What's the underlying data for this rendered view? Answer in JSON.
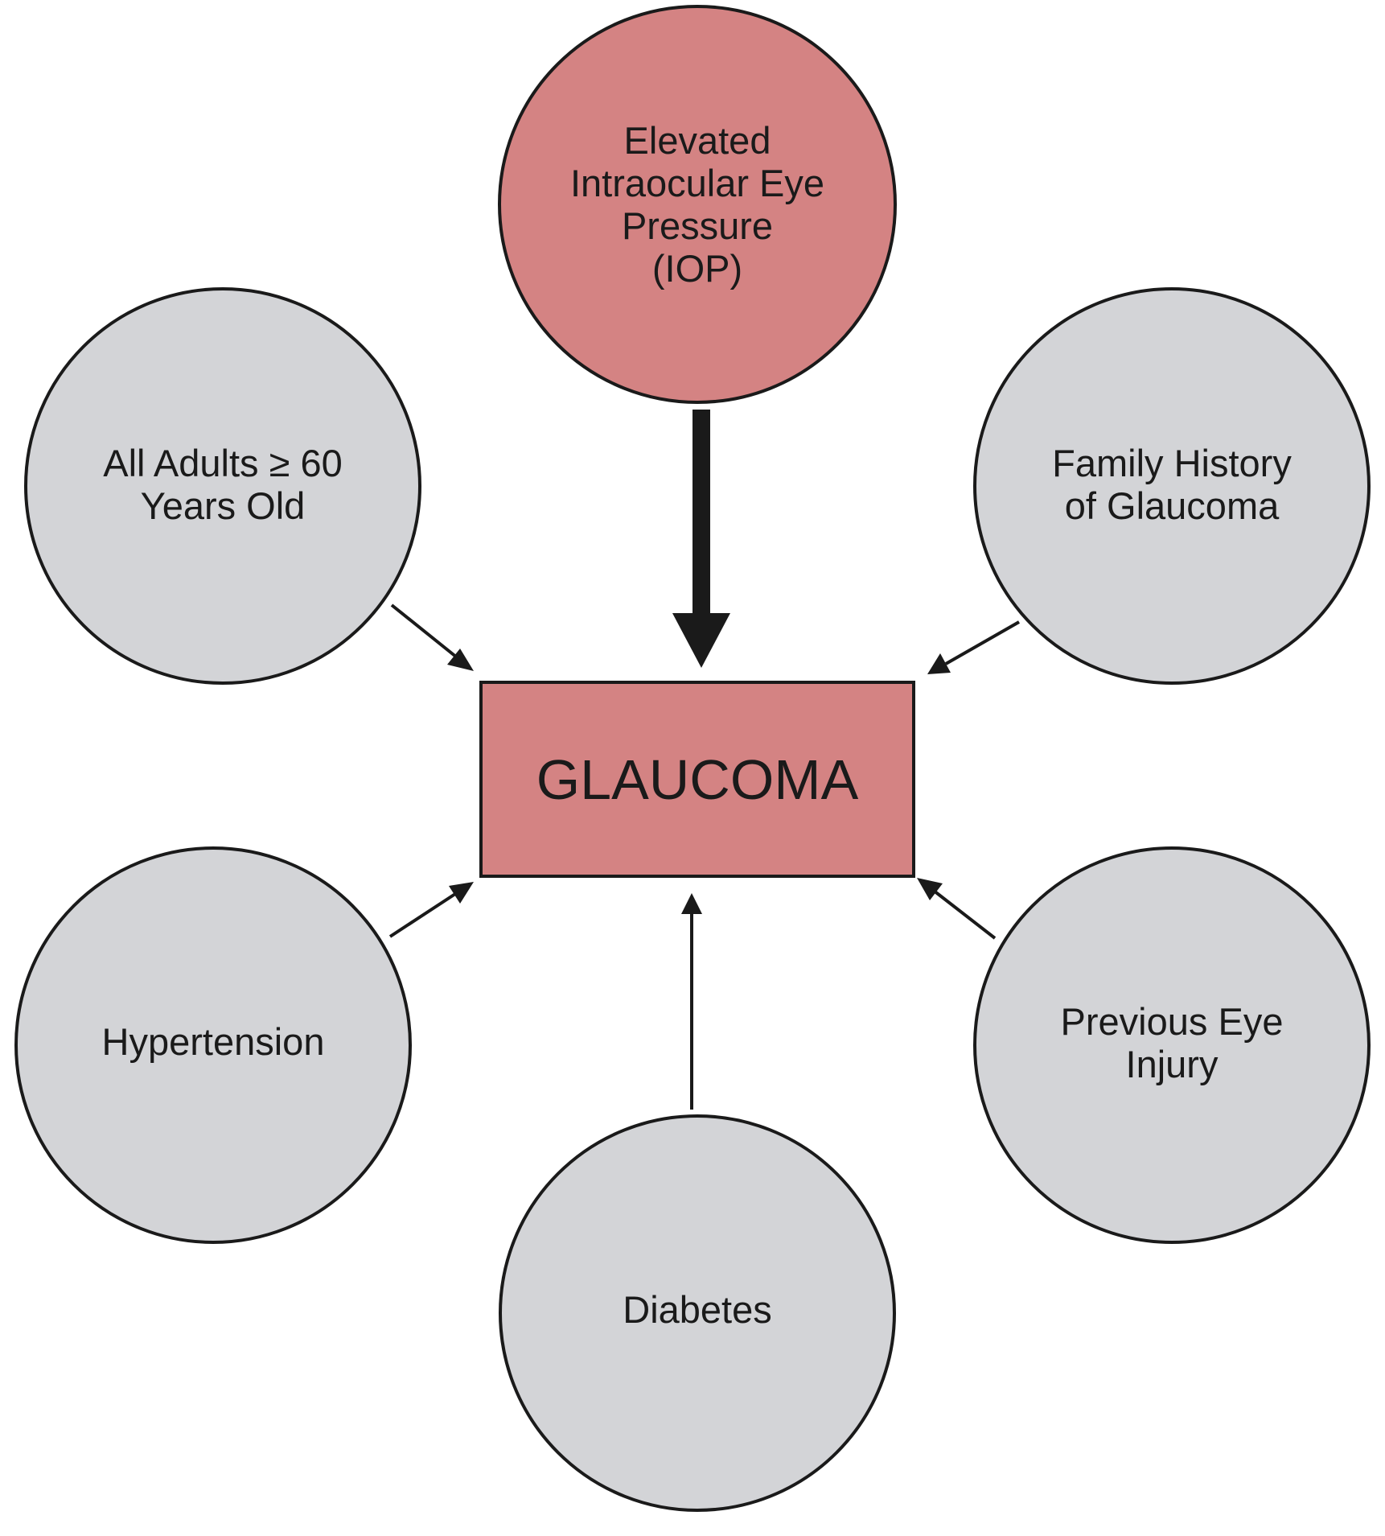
{
  "colors": {
    "primary_fill": "#d48383",
    "secondary_fill": "#d3d4d7",
    "outline": "#1a1a1a",
    "text": "#1a1a1a",
    "arrow": "#1a1a1a"
  },
  "center": {
    "label": "GLAUCOMA"
  },
  "factors": {
    "iop": {
      "lines": [
        "Elevated",
        "Intraocular Eye",
        "Pressure",
        "(IOP)"
      ]
    },
    "age": {
      "lines": [
        "All Adults ≥ 60",
        "Years Old"
      ]
    },
    "family": {
      "lines": [
        "Family History",
        "of Glaucoma"
      ]
    },
    "hypertension": {
      "lines": [
        "Hypertension"
      ]
    },
    "injury": {
      "lines": [
        "Previous Eye",
        "Injury"
      ]
    },
    "diabetes": {
      "lines": [
        "Diabetes"
      ]
    }
  }
}
